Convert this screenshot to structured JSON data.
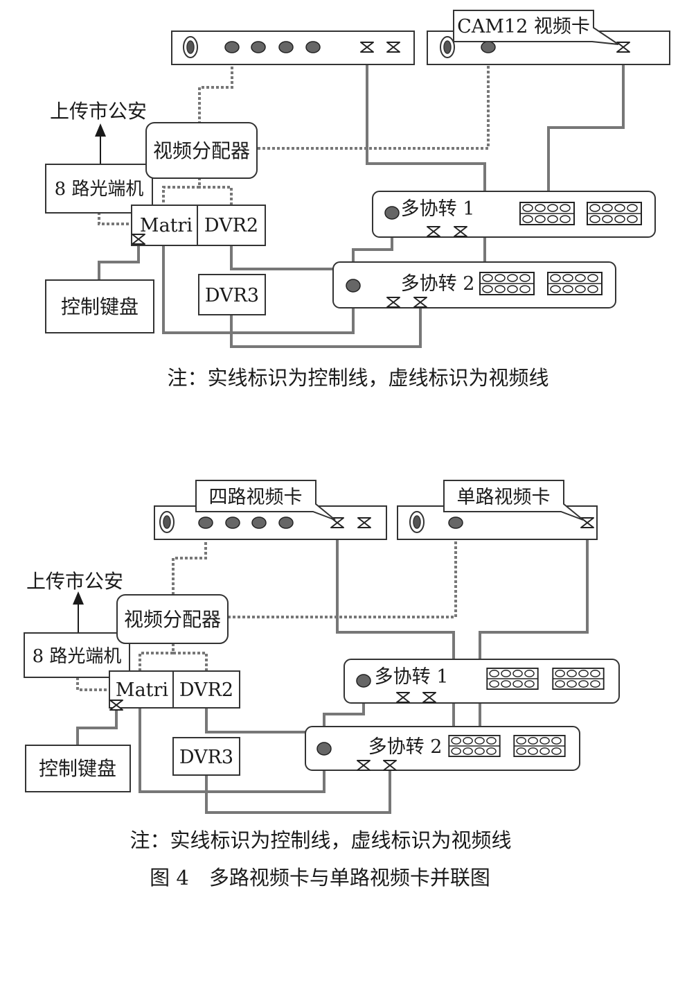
{
  "diagram_top": {
    "cam12_label": "CAM12 视频卡",
    "upload_label": "上传市公安",
    "splitter_label": "视频分配器",
    "optical_label": "8 路光端机",
    "matrix_label": "Matri",
    "dvr2_label": "DVR2",
    "dvr3_label": "DVR3",
    "keyboard_label": "控制键盘",
    "conv1_label": "多协转 1",
    "conv2_label": "多协转 2",
    "note": "注：实线标识为控制线，虚线标识为视频线"
  },
  "diagram_bottom": {
    "quad_card_label": "四路视频卡",
    "single_card_label": "单路视频卡",
    "upload_label": "上传市公安",
    "splitter_label": "视频分配器",
    "optical_label": "8 路光端机",
    "matrix_label": "Matri",
    "dvr2_label": "DVR2",
    "dvr3_label": "DVR3",
    "keyboard_label": "控制键盘",
    "conv1_label": "多协转 1",
    "conv2_label": "多协转 2",
    "note": "注：实线标识为控制线，虚线标识为视频线"
  },
  "figure_caption": "图 4　多路视频卡与单路视频卡并联图",
  "legend": {
    "solid": "control line",
    "dashed": "video line"
  }
}
